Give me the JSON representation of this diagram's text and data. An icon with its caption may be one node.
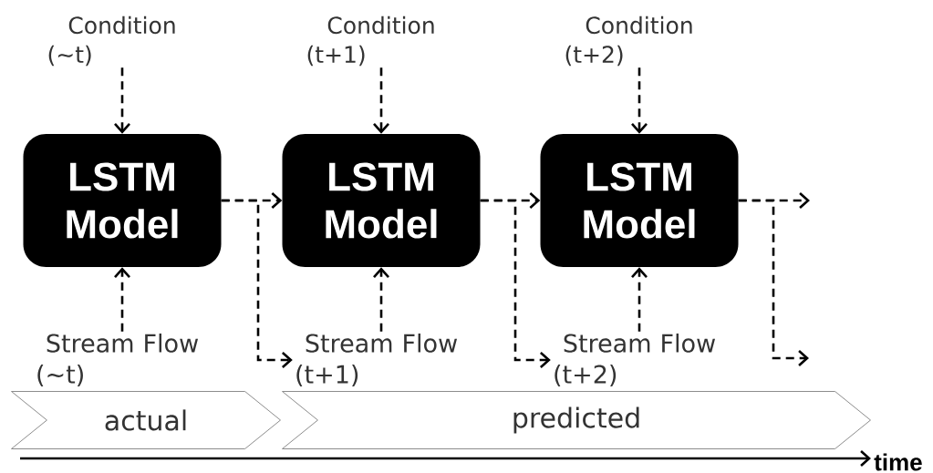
{
  "diagram": {
    "nodes": [
      {
        "text": [
          "Condition (~t)"
        ]
      },
      {
        "text": [
          "Condition (t+1)"
        ]
      },
      {
        "text": [
          "Condition (t+2)"
        ]
      },
      {
        "text": [
          "LSTM Model"
        ]
      },
      {
        "text": [
          "LSTM Model"
        ]
      },
      {
        "text": [
          "LSTM Model"
        ]
      },
      {
        "text": [
          "Stream Flow (~t)"
        ]
      },
      {
        "text": [
          "Stream Flow (t+1)"
        ]
      },
      {
        "text": [
          "Stream Flow (t+2)"
        ]
      },
      {
        "text": [
          "actual"
        ]
      },
      {
        "text": [
          "predicted"
        ]
      }
    ],
    "edges": [
      {
        "from": 0,
        "to": 3,
        "arrow": "to",
        "style": "dashed"
      },
      {
        "from": 6,
        "to": 3,
        "arrow": "to",
        "style": "dashed"
      },
      {
        "from": 3,
        "to": 4,
        "arrow": "to",
        "style": "dashed"
      },
      {
        "from": 3,
        "to": 7,
        "arrow": "to",
        "style": "dashed"
      },
      {
        "from": 1,
        "to": 4,
        "arrow": "to",
        "style": "dashed"
      },
      {
        "from": 7,
        "to": 4,
        "arrow": "to",
        "style": "dashed"
      },
      {
        "from": 4,
        "to": 5,
        "arrow": "to",
        "style": "dashed"
      },
      {
        "from": 4,
        "to": 8,
        "arrow": "to",
        "style": "dashed"
      },
      {
        "from": 2,
        "to": 5,
        "arrow": "to",
        "style": "dashed"
      },
      {
        "from": 8,
        "to": 5,
        "arrow": "to",
        "style": "dashed"
      },
      {
        "from": 5,
        "to": null,
        "arrow": "to",
        "style": "dashed"
      },
      {
        "from": 5,
        "to": null,
        "arrow": "to",
        "style": "dashed"
      }
    ],
    "labels": [
      "time"
    ]
  }
}
